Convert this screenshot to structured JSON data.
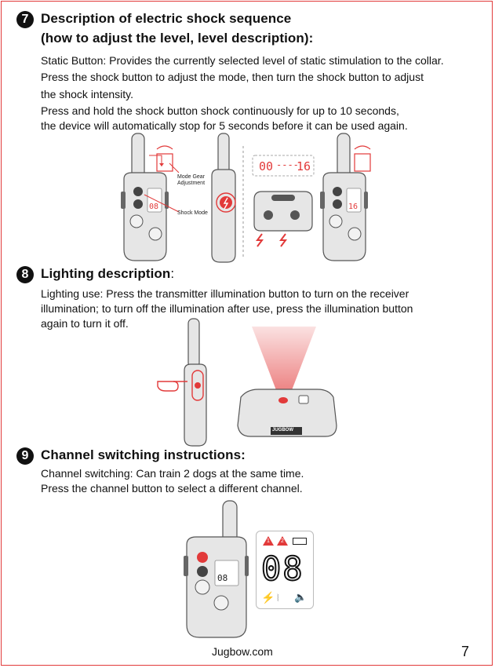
{
  "section7": {
    "number": "7",
    "title_line1": "Description of electric shock sequence",
    "title_line2": "(how to adjust the level, level description):",
    "para1": "Static Button: Provides the currently selected level of static stimulation to the collar.",
    "para2_line1": "Press the shock button to adjust the mode, then turn the shock button to adjust",
    "para2_line2": "the shock intensity.",
    "para3_line1": "Press and hold the shock button shock continuously for up to 10 seconds,",
    "para3_line2": "the device will automatically stop for 5 seconds before it can be used again.",
    "label_mode_gear": "Mode Gear",
    "label_adjustment": "Adjustment",
    "label_shock_mode": "Shock Mode",
    "display_left": "08",
    "display_right": "16",
    "readout_left": "00",
    "readout_dashes": "----",
    "readout_right": "16"
  },
  "section8": {
    "number": "8",
    "title": "Lighting description",
    "title_colon": ":",
    "para_line1": "Lighting use: Press the transmitter illumination button to turn on the receiver",
    "para_line2": "illumination; to turn off the illumination after use, press the illumination button",
    "para_line3": "again to turn it off.",
    "brand": "JUGBOW"
  },
  "section9": {
    "number": "9",
    "title": "Channel switching instructions:",
    "para_line1": "Channel switching: Can train 2 dogs at the same time.",
    "para_line2": "Press the channel button to select a different channel.",
    "display": "08",
    "big_display": "08",
    "channel1": "1",
    "channel2": "2"
  },
  "footer": {
    "site": "Jugbow.com",
    "page": "7"
  },
  "colors": {
    "accent_red": "#e23a3a",
    "dark_gray": "#555555",
    "device_gray": "#e6e6e6"
  }
}
